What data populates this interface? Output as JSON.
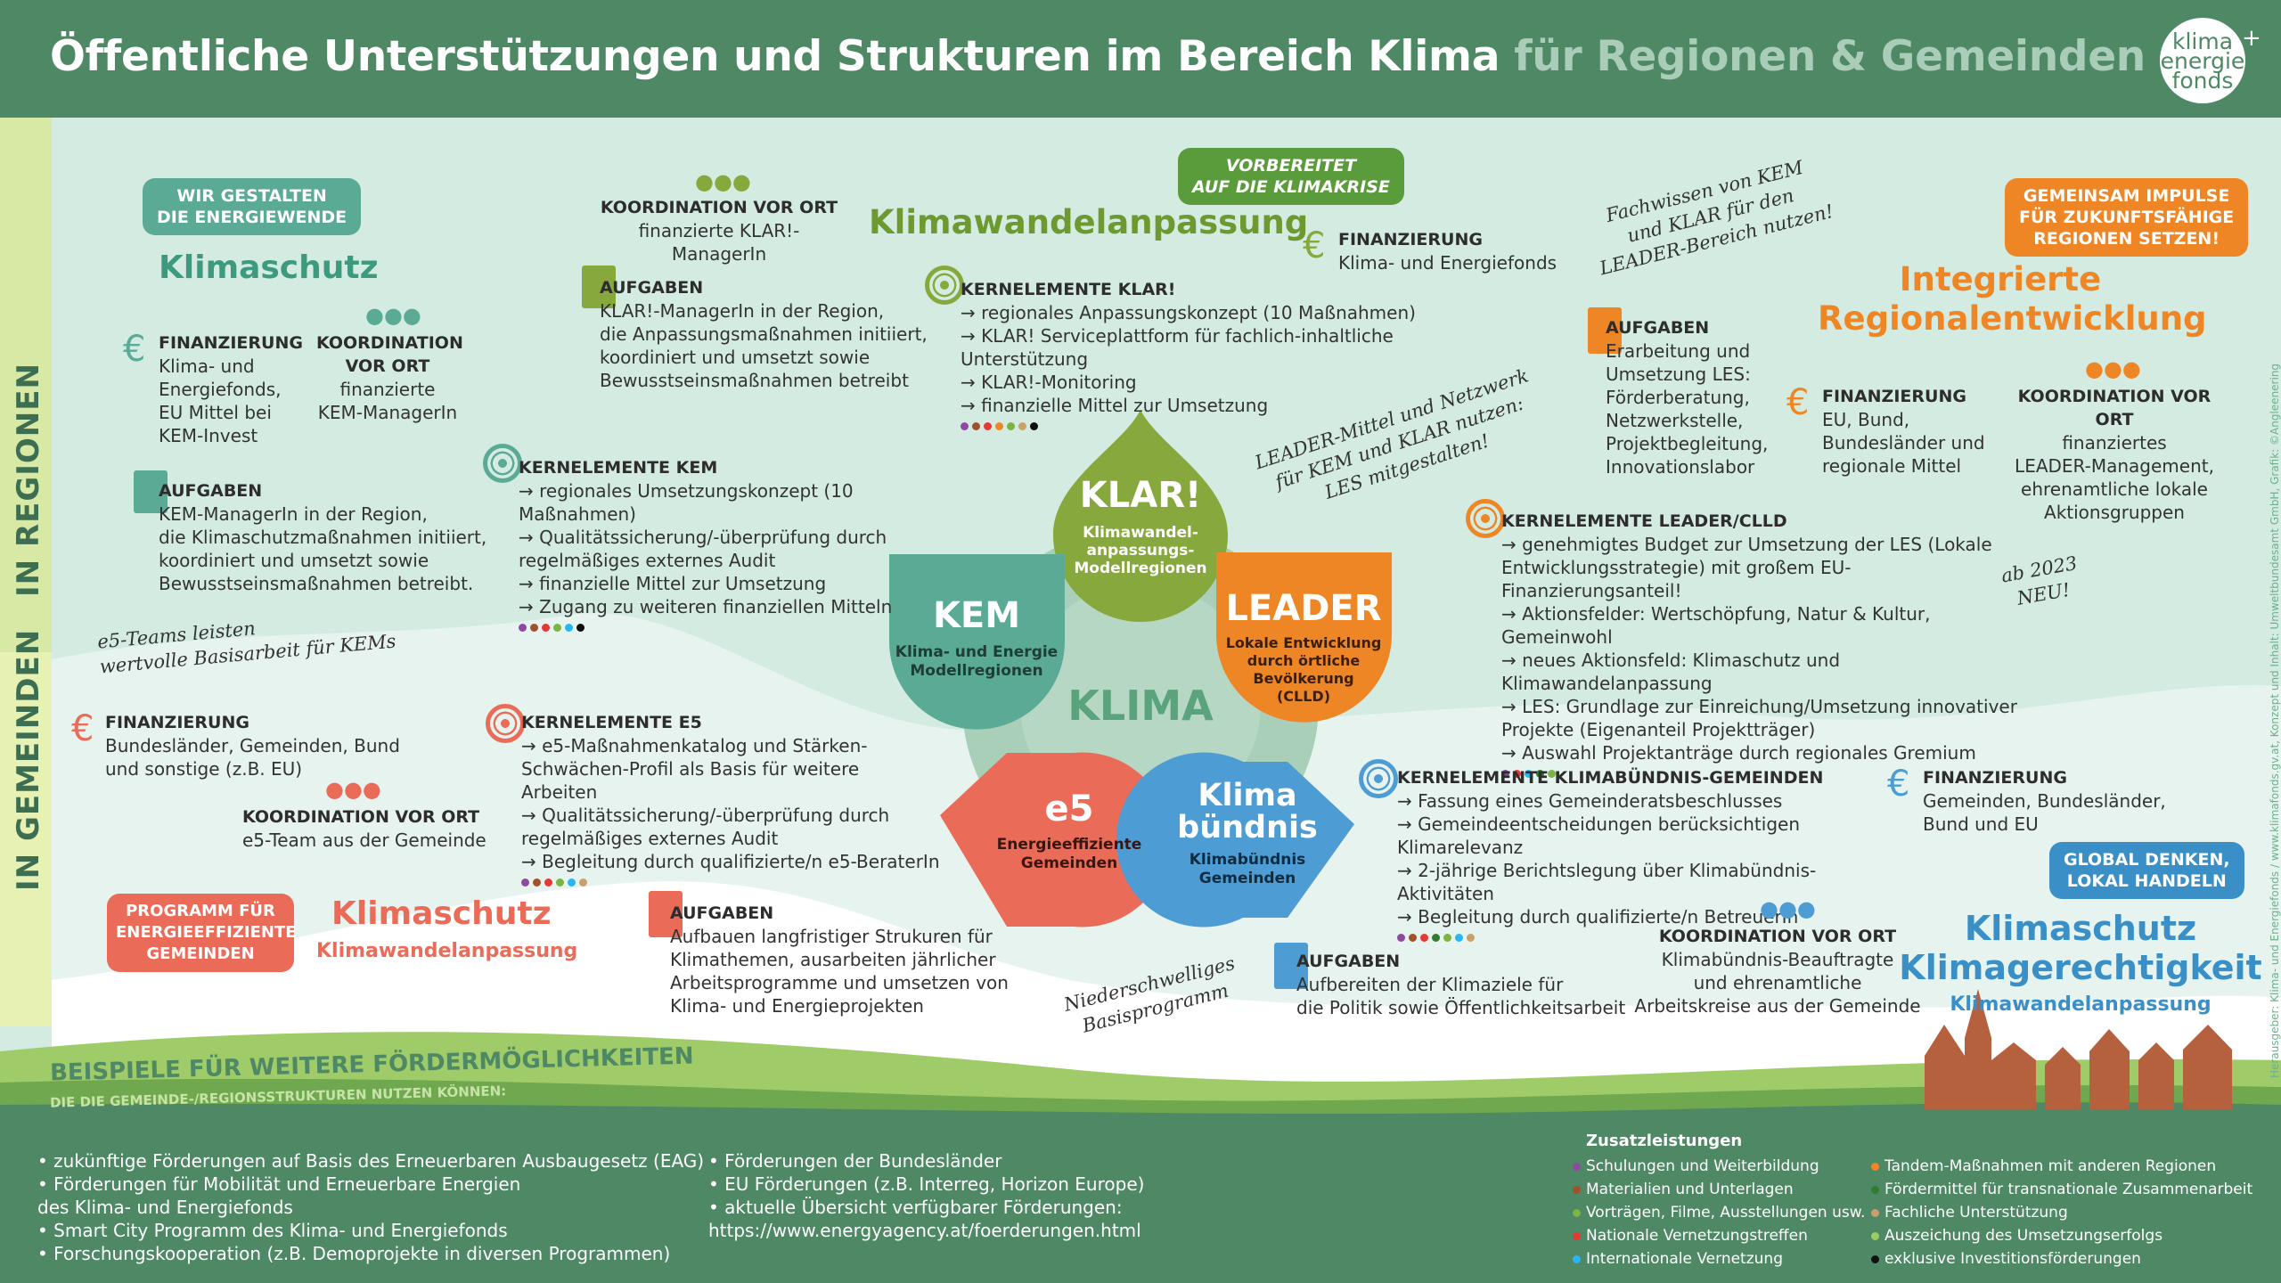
{
  "header": {
    "title_main": "Öffentliche Unterstützungen und Strukturen im Bereich Klima",
    "title_sub": "für Regionen & Gemeinden",
    "logo_line1": "klima",
    "logo_line2": "energie",
    "logo_line3": "fonds",
    "logo_plus": "+"
  },
  "side": {
    "regionen": "IN REGIONEN",
    "gemeinden": "IN GEMEINDEN"
  },
  "colors": {
    "header": "#4e8865",
    "kem": "#5aaa96",
    "klar": "#86a83c",
    "leader": "#ef8625",
    "e5": "#ea6b58",
    "kb": "#4d9cd3",
    "dark": "#3d6e52"
  },
  "kem": {
    "bubble": "WIR GESTALTEN\nDIE ENERGIEWENDE",
    "title": "Klimaschutz",
    "fin_h": "FINANZIERUNG",
    "fin_t": "Klima- und\nEnergiefonds,\nEU Mittel bei\nKEM-Invest",
    "ko_h": "KOORDINATION\nVOR ORT",
    "ko_t": "finanzierte\nKEM-ManagerIn",
    "auf_h": "AUFGABEN",
    "auf_t": "KEM-ManagerIn in der Region,\ndie Klimaschutzmaßnahmen initiiert,\nkoordiniert und umsetzt sowie\nBewusstseinsmaßnahmen betreibt.",
    "kern_h": "KERNELEMENTE KEM",
    "kern": [
      "regionales Umsetzungskonzept (10 Maßnahmen)",
      "Qualitätssicherung/-überprüfung durch\n  regelmäßiges externes Audit",
      "finanzielle Mittel zur Umsetzung",
      "Zugang zu weiteren finanziellen Mitteln"
    ],
    "note": "e5-Teams leisten\nwertvolle Basisarbeit für KEMs"
  },
  "klar": {
    "bubble": "VORBEREITET\nAUF DIE KLIMAKRISE",
    "title": "Klimawandelanpassung",
    "ko_h": "KOORDINATION VOR ORT",
    "ko_t": "finanzierte KLAR!-ManagerIn",
    "auf_h": "AUFGABEN",
    "auf_t": "KLAR!-ManagerIn in der Region,\ndie Anpassungsmaßnahmen initiiert,\nkoordiniert und umsetzt sowie\nBewusstseinsmaßnahmen betreibt",
    "kern_h": "KERNELEMENTE KLAR!",
    "kern": [
      "regionales Anpassungskonzept (10 Maßnahmen)",
      "KLAR! Serviceplattform für fachlich-inhaltliche Unterstützung",
      "KLAR!-Monitoring",
      "finanzielle Mittel zur Umsetzung"
    ],
    "fin_h": "FINANZIERUNG",
    "fin_t": "Klima- und Energiefonds",
    "note": "Fachwissen von KEM\nund KLAR für den\nLEADER-Bereich nutzen!"
  },
  "leader": {
    "bubble": "GEMEINSAM IMPULSE\nFÜR ZUKUNFTSFÄHIGE\nREGIONEN SETZEN!",
    "title": "Integrierte\nRegionalentwicklung",
    "auf_h": "AUFGABEN",
    "auf_t": "Erarbeitung und\nUmsetzung LES:\nFörderberatung,\nNetzwerkstelle,\nProjektbegleitung,\nInnovationslabor",
    "fin_h": "FINANZIERUNG",
    "fin_t": "EU, Bund,\nBundesländer und\nregionale Mittel",
    "ko_h": "KOORDINATION VOR ORT",
    "ko_t": "finanziertes\nLEADER-Management,\nehrenamtliche lokale\nAktionsgruppen",
    "kern_h": "KERNELEMENTE LEADER/CLLD",
    "kern": [
      "genehmigtes Budget zur Umsetzung der LES (Lokale\n  Entwicklungsstrategie) mit großem EU-Finanzierungsanteil!",
      "Aktionsfelder: Wertschöpfung, Natur & Kultur, Gemeinwohl",
      "neues Aktionsfeld: Klimaschutz und Klimawandelanpassung",
      "LES: Grundlage zur Einreichung/Umsetzung innovativer\n  Projekte (Eigenanteil Projektträger)",
      "Auswahl Projektanträge durch regionales Gremium"
    ],
    "note": "LEADER-Mittel und Netzwerk\nfür KEM und KLAR nutzen:\nLES mitgestalten!",
    "note2": "ab 2023\nNEU!"
  },
  "e5": {
    "fin_h": "FINANZIERUNG",
    "fin_t": "Bundesländer, Gemeinden, Bund\nund sonstige (z.B. EU)",
    "ko_h": "KOORDINATION VOR ORT",
    "ko_t": "e5-Team aus der Gemeinde",
    "bubble": "PROGRAMM FÜR\nENERGIEEFFIZIENTE\nGEMEINDEN",
    "title": "Klimaschutz",
    "subtitle": "Klimawandelanpassung",
    "kern_h": "KERNELEMENTE E5",
    "kern": [
      "e5-Maßnahmenkatalog und Stärken-\n  Schwächen-Profil als Basis für weitere Arbeiten",
      "Qualitätssicherung/-überprüfung durch\n  regelmäßiges externes Audit",
      "Begleitung durch qualifizierte/n e5-BeraterIn"
    ],
    "auf_h": "AUFGABEN",
    "auf_t": "Aufbauen langfristiger Strukuren für\nKlimathemen, ausarbeiten jährlicher\nArbeitsprogramme und umsetzen von\nKlima- und Energieprojekten",
    "note": "Niederschwelliges\nBasisprogramm"
  },
  "kb": {
    "kern_h": "KERNELEMENTE KLIMABÜNDNIS-GEMEINDEN",
    "kern": [
      "Fassung eines Gemeinderatsbeschlusses",
      "Gemeindeentscheidungen berücksichtigen Klimarelevanz",
      "2-jährige Berichtslegung über Klimabündnis-Aktivitäten",
      "Begleitung durch qualifizierte/n BetreuerIn"
    ],
    "fin_h": "FINANZIERUNG",
    "fin_t": "Gemeinden, Bundesländer,\nBund und EU",
    "bubble": "GLOBAL DENKEN,\nLOKAL HANDELN",
    "title": "Klimaschutz\nKlimagerechtigkeit",
    "subtitle": "Klimawandelanpassung",
    "ko_h": "KOORDINATION VOR ORT",
    "ko_t": "Klimabündnis-Beauftragte\nund ehrenamtliche\nArbeitskreise aus der Gemeinde",
    "auf_h": "AUFGABEN",
    "auf_t": "Aufbereiten der Klimaziele für\ndie Politik sowie Öffentlichkeitsarbeit"
  },
  "center": {
    "klima": "KLIMA",
    "klar_t": "KLAR!",
    "klar_s": "Klimawandel-\nanpassungs-\nModellregionen",
    "kem_t": "KEM",
    "kem_s": "Klima- und Energie\nModellregionen",
    "leader_t": "LEADER",
    "leader_s": "Lokale Entwicklung\ndurch örtliche\nBevölkerung\n(CLLD)",
    "e5_t": "e5",
    "e5_s": "Energieeffiziente\nGemeinden",
    "kb_t": "Klima\nbündnis",
    "kb_s": "Klimabündnis\nGemeinden"
  },
  "bottom": {
    "title": "BEISPIELE FÜR WEITERE FÖRDERMÖGLICHKEITEN",
    "subtitle": "DIE DIE GEMEINDE-/REGIONSSTRUKTUREN NUTZEN KÖNNEN:",
    "col1": [
      "zukünftige Förderungen auf Basis des Erneuerbaren Ausbaugesetz (EAG)",
      "Förderungen für Mobilität und Erneuerbare Energien\ndes Klima- und Energiefonds",
      "Smart City Programm des Klima- und Energiefonds",
      "Forschungskooperation (z.B. Demoprojekte in diversen Programmen)"
    ],
    "col2": [
      "Förderungen der Bundesländer",
      "EU Förderungen (z.B. Interreg, Horizon Europe)",
      "aktuelle Übersicht verfügbarer Förderungen:\nhttps://www.energyagency.at/foerderungen.html"
    ],
    "zus_title": "Zusatzleistungen",
    "zus": [
      {
        "t": "Schulungen und Weiterbildung",
        "c": "#8e4aa0"
      },
      {
        "t": "Materialien und Unterlagen",
        "c": "#a0522d"
      },
      {
        "t": "Vorträgen, Filme, Ausstellungen usw.",
        "c": "#7cb342"
      },
      {
        "t": "Nationale Vernetzungstreffen",
        "c": "#e53935"
      },
      {
        "t": "Internationale Vernetzung",
        "c": "#29b6f6"
      },
      {
        "t": "Tandem-Maßnahmen mit anderen Regionen",
        "c": "#ef8625"
      },
      {
        "t": "Fördermittel für transnationale Zusammenarbeit",
        "c": "#2e7d32"
      },
      {
        "t": "Fachliche Unterstützung",
        "c": "#c9a06b"
      },
      {
        "t": "Auszeichung des Umsetzungserfolgs",
        "c": "#9ccc65"
      },
      {
        "t": "exklusive Investitionsförderungen",
        "c": "#111111"
      }
    ]
  },
  "credit": "Herausgeber: Klima- und Energiefonds / www.klimafonds.gv.at, Konzept und Inhalt: Umweltbundesamt GmbH, Grafik: ©Angleenering",
  "dots": {
    "kem": [
      "#8e4aa0",
      "#a0522d",
      "#e53935",
      "#7cb342",
      "#29b6f6",
      "#111111"
    ],
    "klar": [
      "#8e4aa0",
      "#a0522d",
      "#e53935",
      "#ef8625",
      "#7cb342",
      "#c9a06b",
      "#111111"
    ],
    "leader": [
      "#8e4aa0",
      "#e53935",
      "#29b6f6",
      "#2e7d32",
      "#7cb342"
    ],
    "e5": [
      "#8e4aa0",
      "#a0522d",
      "#e53935",
      "#7cb342",
      "#29b6f6",
      "#c9a06b"
    ],
    "kb": [
      "#8e4aa0",
      "#a0522d",
      "#e53935",
      "#2e7d32",
      "#7cb342",
      "#29b6f6",
      "#c9a06b"
    ]
  }
}
